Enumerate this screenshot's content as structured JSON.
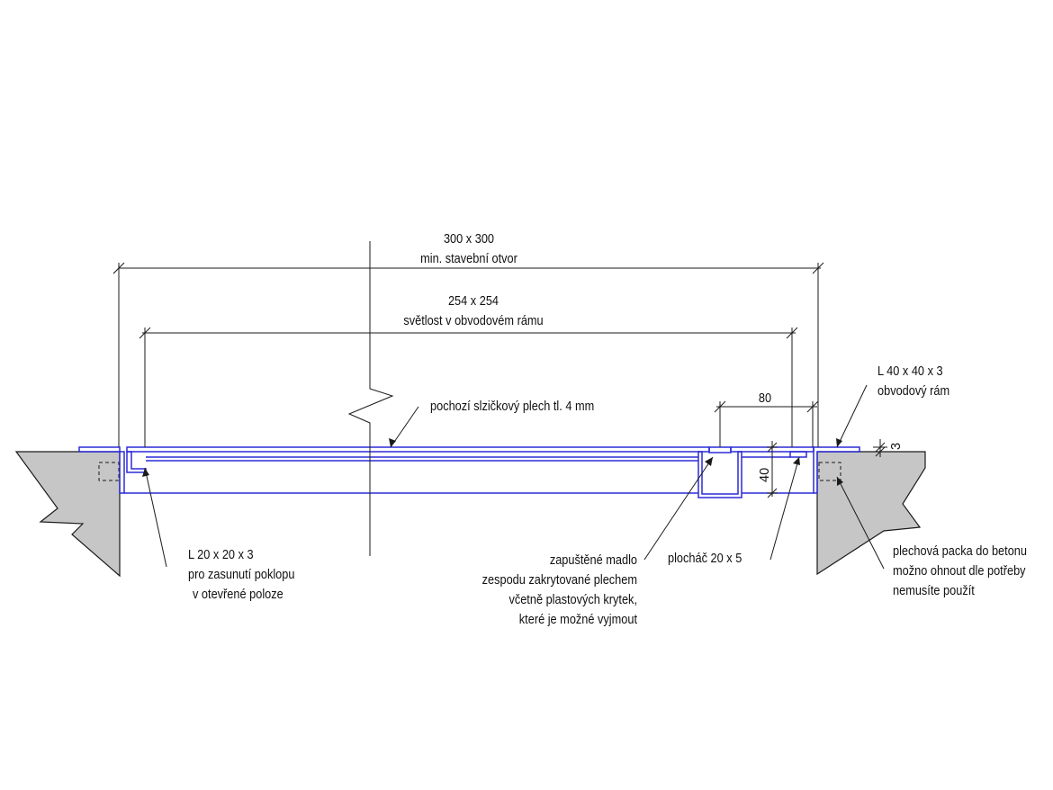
{
  "colors": {
    "steel": "#2b2bd6",
    "line": "#1a1a1a",
    "concrete": "#c6c6c6"
  },
  "dimensions": {
    "overall_value": "300 x 300",
    "overall_label": "min. stavební otvor",
    "clear_value": "254 x 254",
    "clear_label": "světlost v obvodovém rámu",
    "handle_width": "80",
    "depth": "40",
    "thickness": "3"
  },
  "labels": {
    "plate": "pochozí slzičkový plech tl. 4 mm",
    "frame_line1": "L 40 x 40 x 3",
    "frame_line2": "obvodový rám",
    "left_angle_line1": "L 20 x 20 x 3",
    "left_angle_line2": "pro zasunutí poklopu",
    "left_angle_line3": "v otevřené poloze",
    "handle_line1": "zapuštěné madlo",
    "handle_line2": "zespodu zakrytované plechem",
    "handle_line3": "včetně plastových krytek,",
    "handle_line4": "které je možné vyjmout",
    "flat_bar": "plocháč  20 x 5",
    "anchor_line1": "plechová packa do betonu",
    "anchor_line2": "možno ohnout dle potřeby",
    "anchor_line3": "nemusíte použít"
  }
}
